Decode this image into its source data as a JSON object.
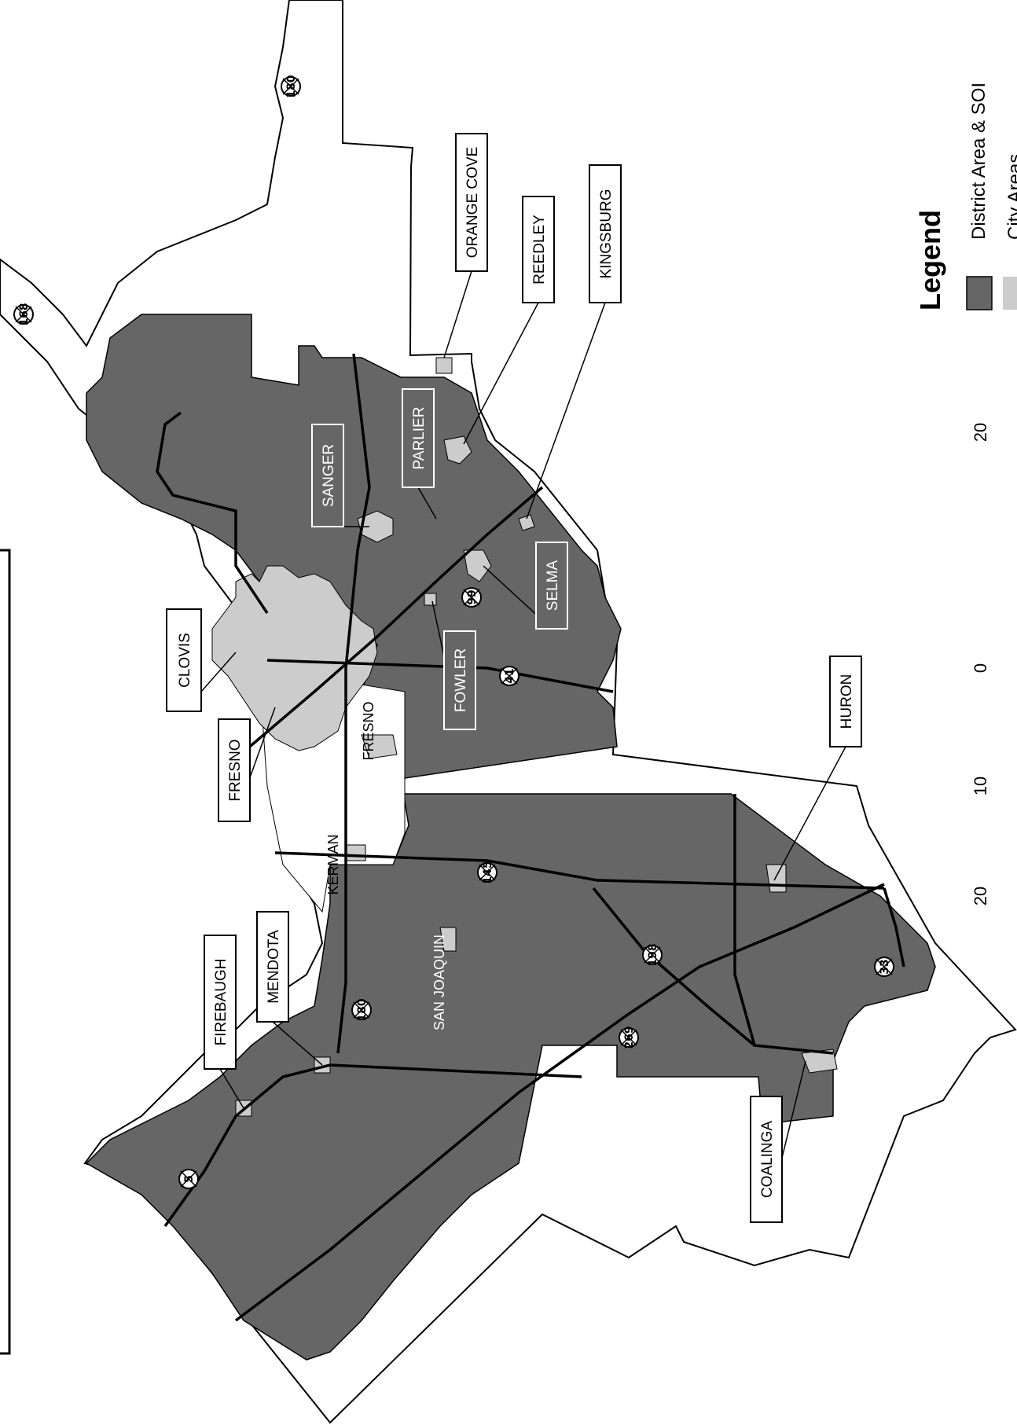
{
  "legend": {
    "title": "Legend",
    "items": [
      {
        "label": "District Area & SOI",
        "color": "#666666"
      },
      {
        "label": "City Areas",
        "color": "#cccccc"
      }
    ]
  },
  "scale": {
    "ticks": [
      "20",
      "10",
      "0",
      "20"
    ]
  },
  "cities_boxed": [
    {
      "id": "clovis",
      "label": "CLOVIS",
      "style": "light"
    },
    {
      "id": "fresno",
      "label": "FRESNO",
      "style": "light"
    },
    {
      "id": "firebaugh",
      "label": "FIREBAUGH",
      "style": "light"
    },
    {
      "id": "mendota",
      "label": "MENDOTA",
      "style": "light"
    },
    {
      "id": "coalinga",
      "label": "COALINGA",
      "style": "light"
    },
    {
      "id": "huron",
      "label": "HURON",
      "style": "light"
    },
    {
      "id": "orange-cove",
      "label": "ORANGE COVE",
      "style": "light"
    },
    {
      "id": "reedley",
      "label": "REEDLEY",
      "style": "light"
    },
    {
      "id": "kingsburg",
      "label": "KINGSBURG",
      "style": "light"
    },
    {
      "id": "sanger",
      "label": "SANGER",
      "style": "dark"
    },
    {
      "id": "parlier",
      "label": "PARLIER",
      "style": "dark"
    },
    {
      "id": "selma",
      "label": "SELMA",
      "style": "dark"
    },
    {
      "id": "fowler",
      "label": "FOWLER",
      "style": "dark"
    }
  ],
  "places_plain": [
    {
      "id": "kerman",
      "label": "KERMAN",
      "style": "black"
    },
    {
      "id": "fresno-area",
      "label": "FRESNO",
      "style": "black"
    },
    {
      "id": "san-joaquin",
      "label": "SAN JOAQUIN",
      "style": "white"
    }
  ],
  "route_shields": [
    "180",
    "168",
    "99",
    "41",
    "145",
    "198",
    "33",
    "269",
    "5",
    "180",
    "168",
    "99",
    "41",
    "145",
    "198",
    "33"
  ]
}
